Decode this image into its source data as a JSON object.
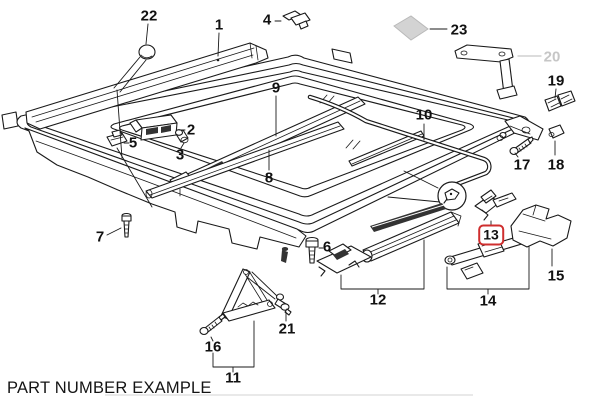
{
  "diagram": {
    "note": "PART NUMBER EXAMPLE",
    "selected_part": "13",
    "muted_part": "20",
    "colors": {
      "ink": "#1a1a1a",
      "highlight": "#cf2e2e",
      "muted": "#c6c6c6",
      "tile": "#d3d3d3"
    },
    "callouts": [
      {
        "label": "1"
      },
      {
        "label": "2"
      },
      {
        "label": "3"
      },
      {
        "label": "4"
      },
      {
        "label": "5"
      },
      {
        "label": "6"
      },
      {
        "label": "7"
      },
      {
        "label": "8"
      },
      {
        "label": "9"
      },
      {
        "label": "10"
      },
      {
        "label": "11"
      },
      {
        "label": "12"
      },
      {
        "label": "13"
      },
      {
        "label": "14"
      },
      {
        "label": "15"
      },
      {
        "label": "16"
      },
      {
        "label": "17"
      },
      {
        "label": "18"
      },
      {
        "label": "19"
      },
      {
        "label": "20"
      },
      {
        "label": "21"
      },
      {
        "label": "22"
      },
      {
        "label": "23"
      }
    ]
  }
}
